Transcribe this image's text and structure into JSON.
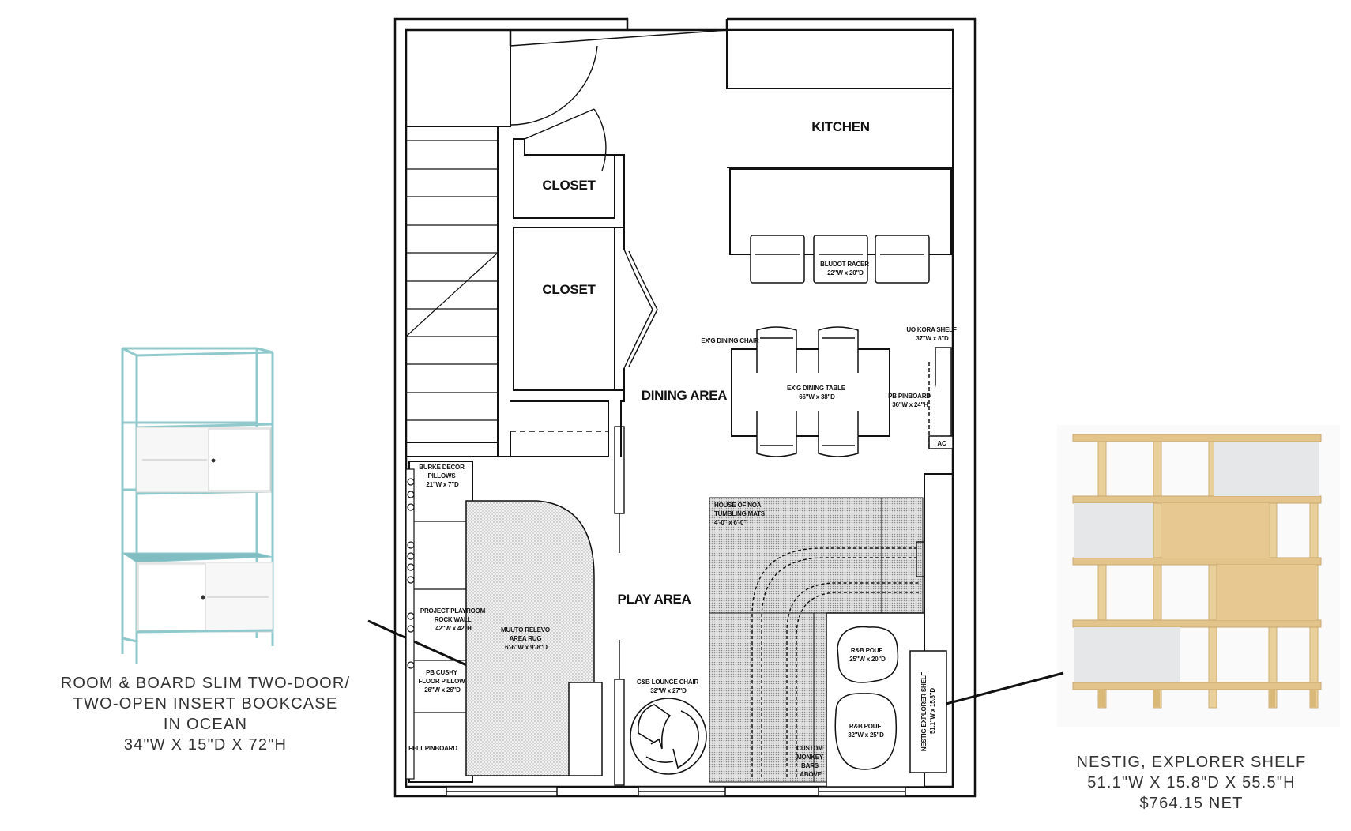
{
  "rooms": {
    "kitchen": "KITCHEN",
    "closet_1": "CLOSET",
    "closet_2": "CLOSET",
    "dining_area": "DINING AREA",
    "play_area": "PLAY AREA"
  },
  "furniture_labels": {
    "bludot_racer": [
      "BLUDOT RACER",
      "22\"W x 20\"D"
    ],
    "exg_dining_chair": [
      "EX'G DINING CHAIR"
    ],
    "exg_dining_table": [
      "EX'G DINING TABLE",
      "66\"W x 38\"D"
    ],
    "uo_kora_shelf": [
      "UO KORA SHELF",
      "37\"W x 8\"D"
    ],
    "pb_pinboard": [
      "PB PINBOARD",
      "36\"W x 24\"H"
    ],
    "ac": [
      "AC"
    ],
    "burke_decor_pillows": [
      "BURKE DECOR",
      "PILLOWS",
      "21\"W x 7\"D"
    ],
    "house_of_noa_mats": [
      "HOUSE OF NOA",
      "TUMBLING MATS",
      "4'-0\" x 6'-0\""
    ],
    "project_playroom_rock_wall": [
      "PROJECT PLAYROOM",
      "ROCK WALL",
      "42\"W x 42\"H"
    ],
    "muuto_relevo_rug": [
      "MUUTO RELEVO",
      "AREA RUG",
      "6'-6\"W x 9'-8\"D"
    ],
    "pb_cushy_floor_pillow": [
      "PB CUSHY",
      "FLOOR PILLOW",
      "26\"W x 26\"D"
    ],
    "felt_pinboard": [
      "FELT PINBOARD"
    ],
    "cb_lounge_chair": [
      "C&B LOUNGE CHAIR",
      "32\"W x 27\"D"
    ],
    "rb_pouf_1": [
      "R&B POUF",
      "25\"W x 20\"D"
    ],
    "rb_pouf_2": [
      "R&B POUF",
      "32\"W x 25\"D"
    ],
    "custom_monkey_bars": [
      "CUSTOM",
      "MONKEY",
      "BARS",
      "ABOVE"
    ],
    "nestig_explorer_shelf_tag": [
      "NESTIG EXPLORER SHELF",
      "51.1\"W x 15.8\"D"
    ]
  },
  "captions": {
    "left": [
      "ROOM & BOARD SLIM TWO-DOOR/",
      "TWO-OPEN INSERT BOOKCASE",
      "IN OCEAN",
      "34\"W X 15\"D X 72\"H"
    ],
    "right": [
      "NESTIG, EXPLORER SHELF",
      "51.1\"W X 15.8\"D X 55.5\"H",
      "$764.15 NET"
    ]
  },
  "colors": {
    "wall": "#111111",
    "bookcase_frame": "#8fc9cc",
    "bookcase_body": "#f7f7f7",
    "shelf_wood": "#e9cf9a",
    "shelf_gray": "#e6e7e8",
    "rug_fill": "#e8e8e8",
    "mat_fill": "#dcdcdc"
  },
  "icons": {
    "bookcase": "bookcase-ocean-icon",
    "explorer_shelf": "explorer-shelf-icon"
  }
}
